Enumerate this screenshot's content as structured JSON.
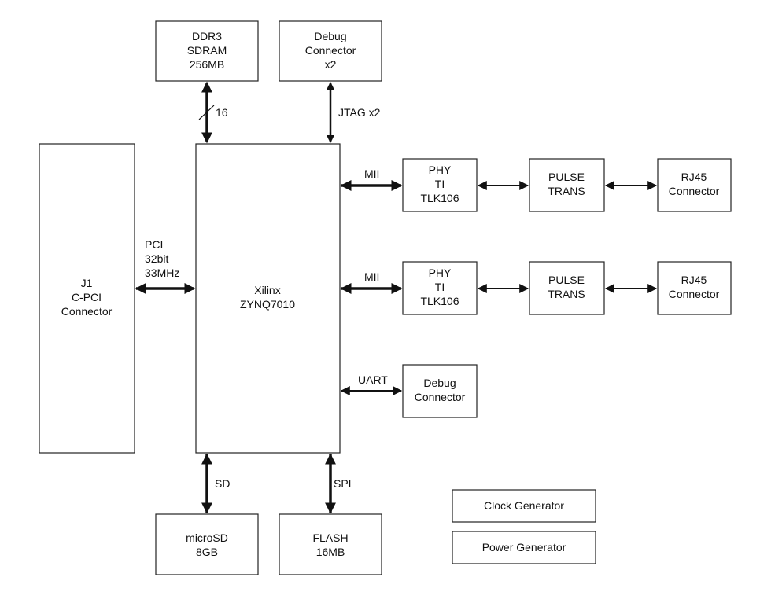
{
  "blocks": {
    "ddr3": [
      "DDR3",
      "SDRAM",
      "256MB"
    ],
    "debug_top": [
      "Debug",
      "Connector",
      "x2"
    ],
    "j1": [
      "J1",
      "C-PCI",
      "Connector"
    ],
    "zynq": [
      "Xilinx",
      "ZYNQ7010"
    ],
    "phy1": [
      "PHY",
      "TI",
      "TLK106"
    ],
    "pulse1": [
      "PULSE",
      "TRANS"
    ],
    "rj45_1": [
      "RJ45",
      "Connector"
    ],
    "phy2": [
      "PHY",
      "TI",
      "TLK106"
    ],
    "pulse2": [
      "PULSE",
      "TRANS"
    ],
    "rj45_2": [
      "RJ45",
      "Connector"
    ],
    "debug_uart": [
      "Debug",
      "Connector"
    ],
    "microsd": [
      "microSD",
      "8GB"
    ],
    "flash": [
      "FLASH",
      "16MB"
    ],
    "clock": [
      "Clock Generator"
    ],
    "power": [
      "Power Generator"
    ]
  },
  "links": {
    "ddr_width": "16",
    "jtag": "JTAG x2",
    "pci": [
      "PCI",
      "32bit",
      "33MHz"
    ],
    "mii1": "MII",
    "mii2": "MII",
    "uart": "UART",
    "sd": "SD",
    "spi": "SPI"
  },
  "colors": {
    "line": "#111111",
    "box_border": "#222222",
    "background": "#ffffff"
  }
}
